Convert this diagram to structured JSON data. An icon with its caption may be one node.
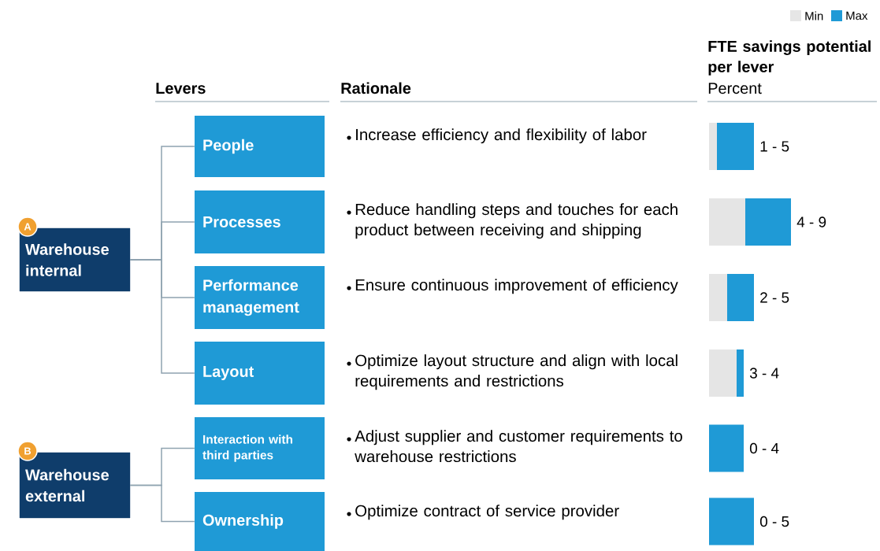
{
  "diagram": {
    "nodes": [
      {
        "text": [
          "Warehouse internal"
        ],
        "beside": [
          "A"
        ]
      },
      {
        "text": [
          "Warehouse external"
        ],
        "beside": [
          "B"
        ]
      },
      {
        "text": [
          "People"
        ]
      },
      {
        "text": [
          "Processes"
        ]
      },
      {
        "text": [
          "Performance management"
        ]
      },
      {
        "text": [
          "Layout"
        ]
      },
      {
        "text": [
          "Interaction with third parties"
        ]
      },
      {
        "text": [
          "Ownership"
        ]
      }
    ],
    "edges": [
      {
        "from": 0,
        "to": 2,
        "arrow": "none"
      },
      {
        "from": 0,
        "to": 3,
        "arrow": "none"
      },
      {
        "from": 0,
        "to": 4,
        "arrow": "none"
      },
      {
        "from": 0,
        "to": 5,
        "arrow": "none"
      },
      {
        "from": 1,
        "to": 6,
        "arrow": "none"
      },
      {
        "from": 1,
        "to": 7,
        "arrow": "none"
      }
    ],
    "labels": [
      "FTE savings potential per lever",
      "Levers",
      "Rationale",
      "Percent",
      "Increase efficiency and flexibility of labor",
      "1 - 5",
      "Reduce handling steps and touches for each product between receiving and shipping",
      "4 - 9",
      "Ensure continuous improvement of efficiency",
      "2 - 5",
      "Optimize layout structure and align with local requirements and restrictions",
      "3 - 4",
      "Adjust supplier and customer requirements to warehouse restrictions",
      "0 - 4",
      "Optimize contract of service provider",
      "0 - 5"
    ],
    "legend": [
      {
        "text": "Min",
        "color": "#e6e6e6"
      },
      {
        "text": "Max",
        "color": "#1f9ad6"
      }
    ]
  }
}
